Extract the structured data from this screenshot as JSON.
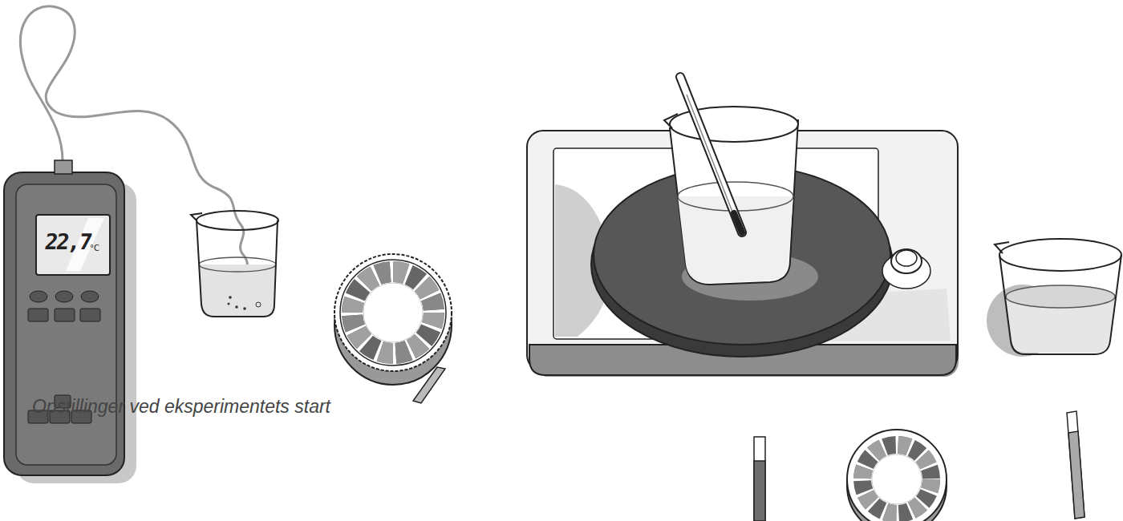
{
  "diagram": {
    "caption": "Opstillinger ved eksperimentets start",
    "labels": [
      "22,7",
      "°C"
    ]
  }
}
